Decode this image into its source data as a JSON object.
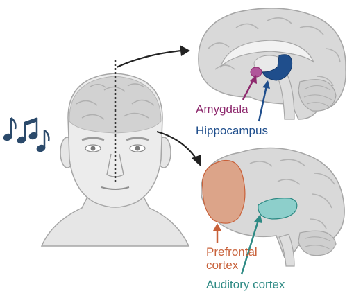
{
  "labels": {
    "amygdala": "Amygdala",
    "hippocampus": "Hippocampus",
    "prefrontal_line1": "Prefrontal",
    "prefrontal_line2": "cortex",
    "auditory": "Auditory cortex"
  },
  "colors": {
    "amygdala": "#8e2a6e",
    "hippocampus": "#1f4e8c",
    "prefrontal": "#c8613a",
    "prefrontal_fill": "#dca489",
    "auditory": "#2e8a84",
    "auditory_fill": "#8dcfcb",
    "brain_gray": "#d9d9d9",
    "brain_outline": "#a6a6a6",
    "music": "#2b4a6b",
    "arrow": "#222222"
  },
  "icons": [
    "music-notes-icon",
    "head-illustration",
    "midsagittal-brain",
    "lateral-brain"
  ]
}
